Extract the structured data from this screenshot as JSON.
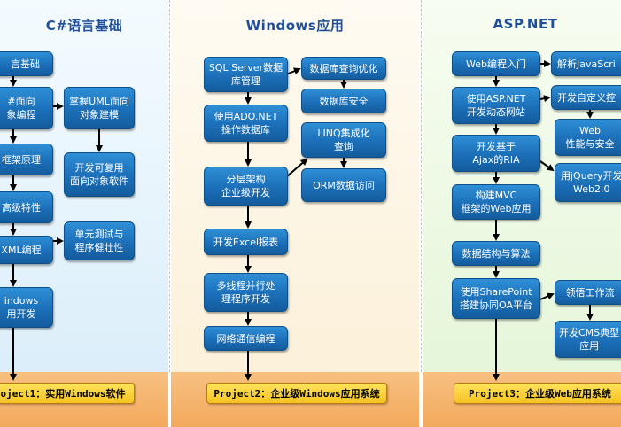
{
  "columns": [
    {
      "title": "C#语言基础",
      "color": "#dff0fb",
      "boxes": [
        "言基础",
        "#面向\n象编程",
        "框架原理",
        "高级特性",
        "XML编程",
        "indows\n用开发",
        "掌握UML面向\n对象建模",
        "开发可复用\n面向对象软件",
        "单元测试与\n程序健壮性"
      ],
      "project": "oject1：实用Windows软件"
    },
    {
      "title": "Windows应用",
      "color": "#fdf4e2",
      "boxes": [
        "SQL Server数据\n库管理",
        "使用ADO.NET\n操作数据库",
        "分层架构\n企业级开发",
        "开发Excel报表",
        "多线程并行处\n理程序开发",
        "网络通信编程",
        "数据库查询优化",
        "数据库安全",
        "LINQ集成化\n查询",
        "ORM数据访问"
      ],
      "project": "Project2：企业级Windows应用系统"
    },
    {
      "title": "ASP.NET",
      "color": "#e9f7df",
      "boxes": [
        "Web编程入门",
        "使用ASP.NET\n开发动态网站",
        "开发基于\nAjax的RIA",
        "构建MVC\n框架的Web应用",
        "数据结构与算法",
        "使用SharePoint\n搭建协同OA平台",
        "解析JavaScri",
        "开发自定义控",
        "Web\n性能与安全",
        "用jQuery开发\nWeb2.0",
        "领悟工作流",
        "开发CMS典型\n应用"
      ],
      "project": "Project3：企业级Web应用系统"
    }
  ],
  "colors": {
    "box_fill": "#1b6fb8",
    "box_border": "#0d4f86",
    "arrow": "#000000",
    "footer": "#f5b26d",
    "project_fill": "#f9d23c",
    "title": "#1f4f9a"
  }
}
